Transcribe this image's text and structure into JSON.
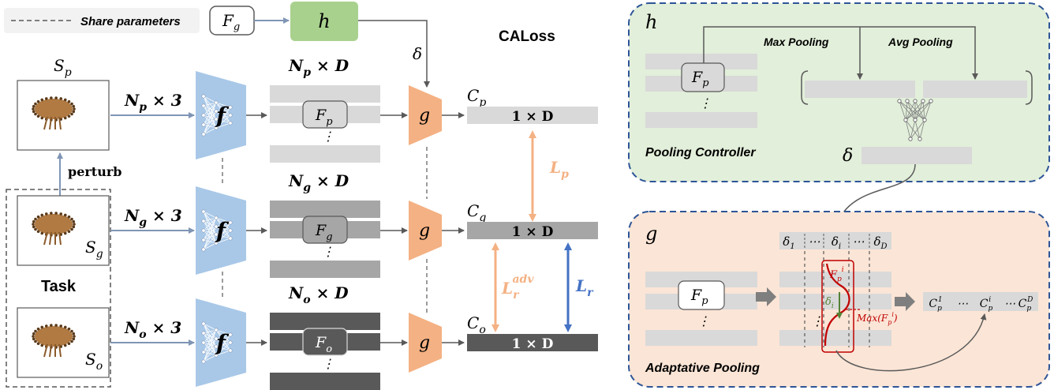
{
  "legend": {
    "share_label": "Share parameters"
  },
  "controller_input": {
    "label": "F",
    "sub": "g"
  },
  "controller_box": {
    "label": "h"
  },
  "delta_symbol": "δ",
  "caloss_title": "CALoss",
  "task_label": "Task",
  "perturb_label": "perturb",
  "encoder_label": "f",
  "pooling_label": "g",
  "rows": [
    {
      "shape_label": "S",
      "shape_sub": "p",
      "in_label": "N",
      "in_sub": "p",
      "in_suffix": " × 3",
      "feat_header": "N",
      "feat_sub": "p",
      "feat_suffix": " × D",
      "feat_label": "F",
      "feat_label_sub": "p",
      "feat_dots": "⋮",
      "out_label": "C",
      "out_sub": "p",
      "out_box": "1 × D"
    },
    {
      "shape_label": "S",
      "shape_sub": "g",
      "in_label": "N",
      "in_sub": "g",
      "in_suffix": " × 3",
      "feat_header": "N",
      "feat_sub": "g",
      "feat_suffix": " × D",
      "feat_label": "F",
      "feat_label_sub": "g",
      "feat_dots": "⋮",
      "out_label": "C",
      "out_sub": "g",
      "out_box": "1 × D"
    },
    {
      "shape_label": "S",
      "shape_sub": "o",
      "in_label": "N",
      "in_sub": "o",
      "in_suffix": " × 3",
      "feat_header": "N",
      "feat_sub": "o",
      "feat_suffix": " × D",
      "feat_label": "F",
      "feat_label_sub": "o",
      "feat_dots": "⋮",
      "out_label": "C",
      "out_sub": "o",
      "out_box": "1 × D"
    }
  ],
  "losses": {
    "lp": {
      "label": "L",
      "sub": "p",
      "color": "#f4b183"
    },
    "ladv": {
      "label": "L",
      "sub": "r",
      "sup": "adv",
      "color": "#f4b183"
    },
    "lr": {
      "label": "L",
      "sub": "r",
      "color": "#4472c4"
    }
  },
  "h_panel": {
    "title": "h",
    "max_pooling": "Max Pooling",
    "avg_pooling": "Avg Pooling",
    "feat_label": "F",
    "feat_sub": "p",
    "feat_dots": "⋮",
    "controller_caption": "Pooling Controller",
    "delta": "δ",
    "bg_color": "#e2efda",
    "border_color": "#2e5597"
  },
  "g_panel": {
    "title": "g",
    "deltas": [
      "δ",
      "⋯",
      "δ",
      "⋯",
      "δ"
    ],
    "delta_subs": [
      "1",
      "",
      "i",
      "",
      "D"
    ],
    "feat_label": "F",
    "feat_sub": "p",
    "feat_dots": "⋮",
    "inner_dots": "⋮",
    "fpi_label": "F",
    "fpi_sub": "p",
    "fpi_sup": "i",
    "delta_i": "δ",
    "delta_i_sub": "i",
    "max_label": "Max(F",
    "max_sub": "p",
    "max_sup": "i",
    "max_close": ")",
    "out_items": [
      "C",
      "⋯",
      "C",
      "⋯",
      "C"
    ],
    "out_subs": [
      "p",
      "",
      "p",
      "",
      "p"
    ],
    "out_sups": [
      "1",
      "",
      "i",
      "",
      "D"
    ],
    "caption": "Adaptative Pooling",
    "bg_color": "#fbe5d6",
    "border_color": "#2e5597"
  },
  "colors": {
    "encoder": "#a9c8e8",
    "pooling": "#f4b183",
    "h_box": "#a9d18e",
    "feat_p": "#d9d9d9",
    "feat_g": "#a6a6a6",
    "feat_o": "#595959",
    "red": "#c00000",
    "green": "#548235"
  }
}
